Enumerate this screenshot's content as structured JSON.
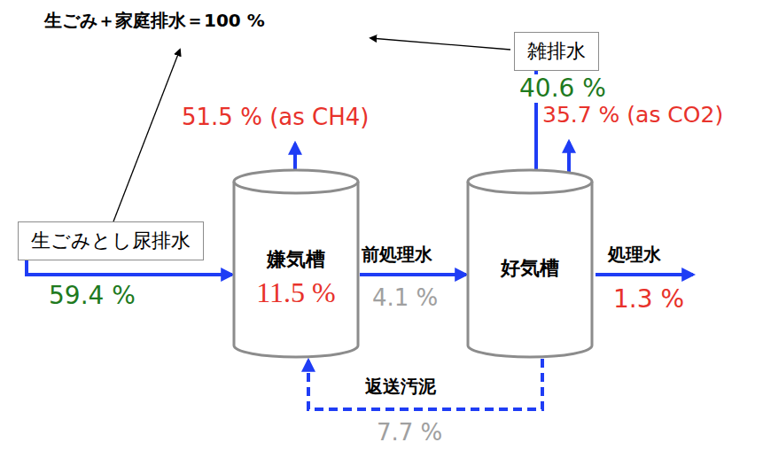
{
  "diagram": {
    "nodes": [
      {
        "text": [
          "雑排水"
        ]
      },
      {
        "text": [
          "生ごみとし尿排水"
        ]
      },
      {
        "text": [
          "嫌気槽",
          "11.5 %"
        ]
      },
      {
        "text": [
          "好気槽"
        ]
      }
    ],
    "edges": [
      {
        "from": 1,
        "to": 2,
        "arrow": "to"
      },
      {
        "from": 0,
        "to": 3,
        "arrow": "to"
      },
      {
        "from": 2,
        "to": 3,
        "label": "前処理水",
        "arrow": "to"
      },
      {
        "from": 3,
        "to": 2,
        "label": "返送汚泥",
        "arrow": "to"
      }
    ],
    "labels": [
      "生ごみ＋家庭排水＝100 %",
      "40.6 %",
      "51.5 % (as CH4)",
      "35.7 % (as CO2)",
      "59.4 %",
      "4.1 %",
      "処理水",
      "1.3 %",
      "7.7 %"
    ]
  }
}
